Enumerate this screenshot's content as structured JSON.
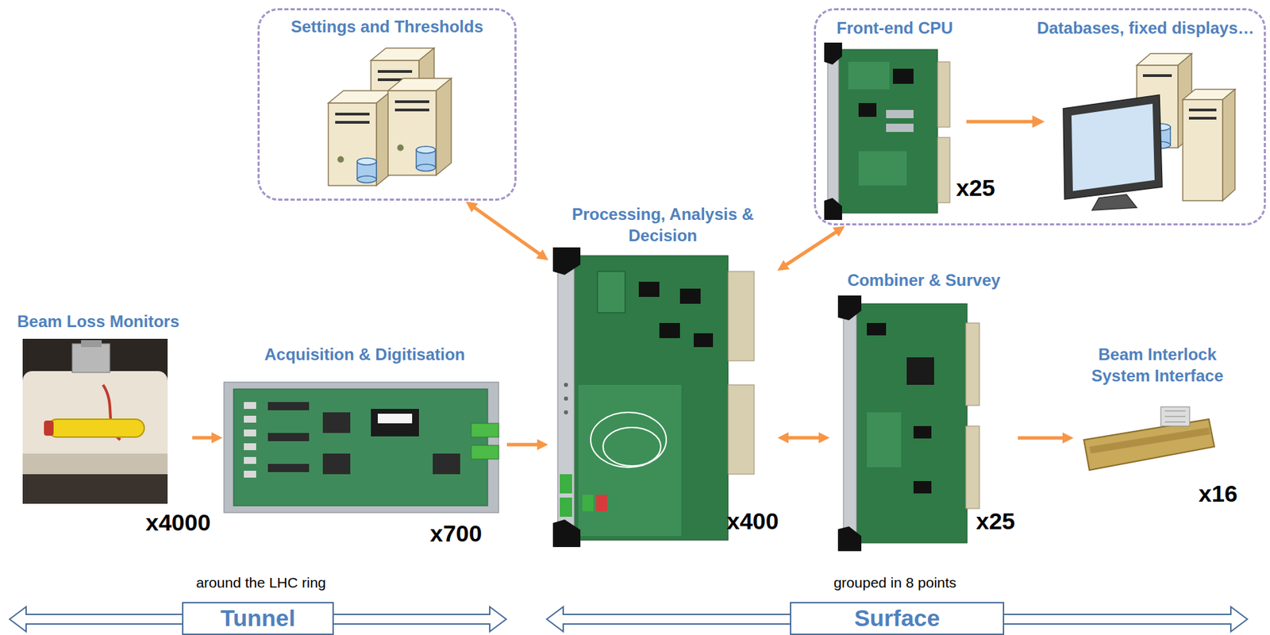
{
  "diagram": {
    "nodes": [
      {
        "text": [
          "Settings and Thresholds"
        ]
      },
      {
        "text": [
          "Front-end CPU",
          "Databases, fixed displays…"
        ]
      },
      {
        "text": [
          "Processing, Analysis & Decision"
        ]
      },
      {
        "text": [
          "Combiner & Survey"
        ]
      },
      {
        "text": [
          "Beam Loss Monitors"
        ]
      },
      {
        "text": [
          "Acquisition & Digitisation"
        ]
      },
      {
        "text": [
          "Beam Interlock System Interface"
        ]
      },
      {
        "text": [
          "Tunnel"
        ]
      },
      {
        "text": [
          "Surface"
        ]
      }
    ],
    "edges": [
      {
        "from": 4,
        "to": 5,
        "arrow": "to"
      },
      {
        "from": 5,
        "to": 2,
        "arrow": "to"
      },
      {
        "from": 0,
        "to": 2,
        "arrow": "both"
      },
      {
        "from": 2,
        "to": 1,
        "arrow": "both"
      },
      {
        "from": 2,
        "to": 3,
        "arrow": "both"
      },
      {
        "from": 3,
        "to": 6,
        "arrow": "to"
      }
    ],
    "labels": [
      "x25",
      "x400",
      "x25",
      "x4000",
      "x700",
      "x16",
      "around the LHC ring",
      "grouped in 8 points"
    ]
  }
}
